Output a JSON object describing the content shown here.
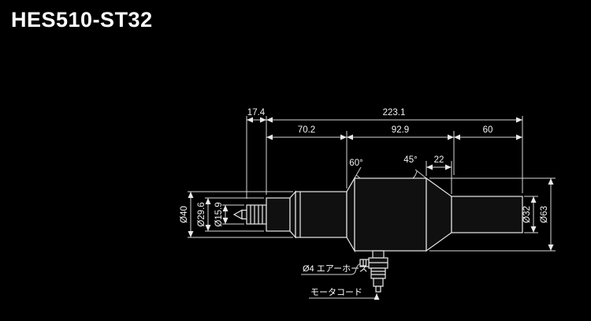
{
  "title": "HES510-ST32",
  "drawing": {
    "dimensions": {
      "nose_length": "17.4",
      "overall_length": "223.1",
      "front_section": "70.2",
      "middle_section": "92.9",
      "rear_section": "60",
      "taper_angle": "60°",
      "rear_taper_angle": "45°",
      "rear_taper_length": "22",
      "front_body_dia": "Ø40",
      "nose_dia": "Ø29.6",
      "collet_nut_dia": "Ø15.9",
      "shaft_dia": "Ø32",
      "body_dia": "Ø63"
    },
    "callouts": {
      "air_hose": "Ø4 エアーホース",
      "motor_cord": "モータコード"
    }
  }
}
